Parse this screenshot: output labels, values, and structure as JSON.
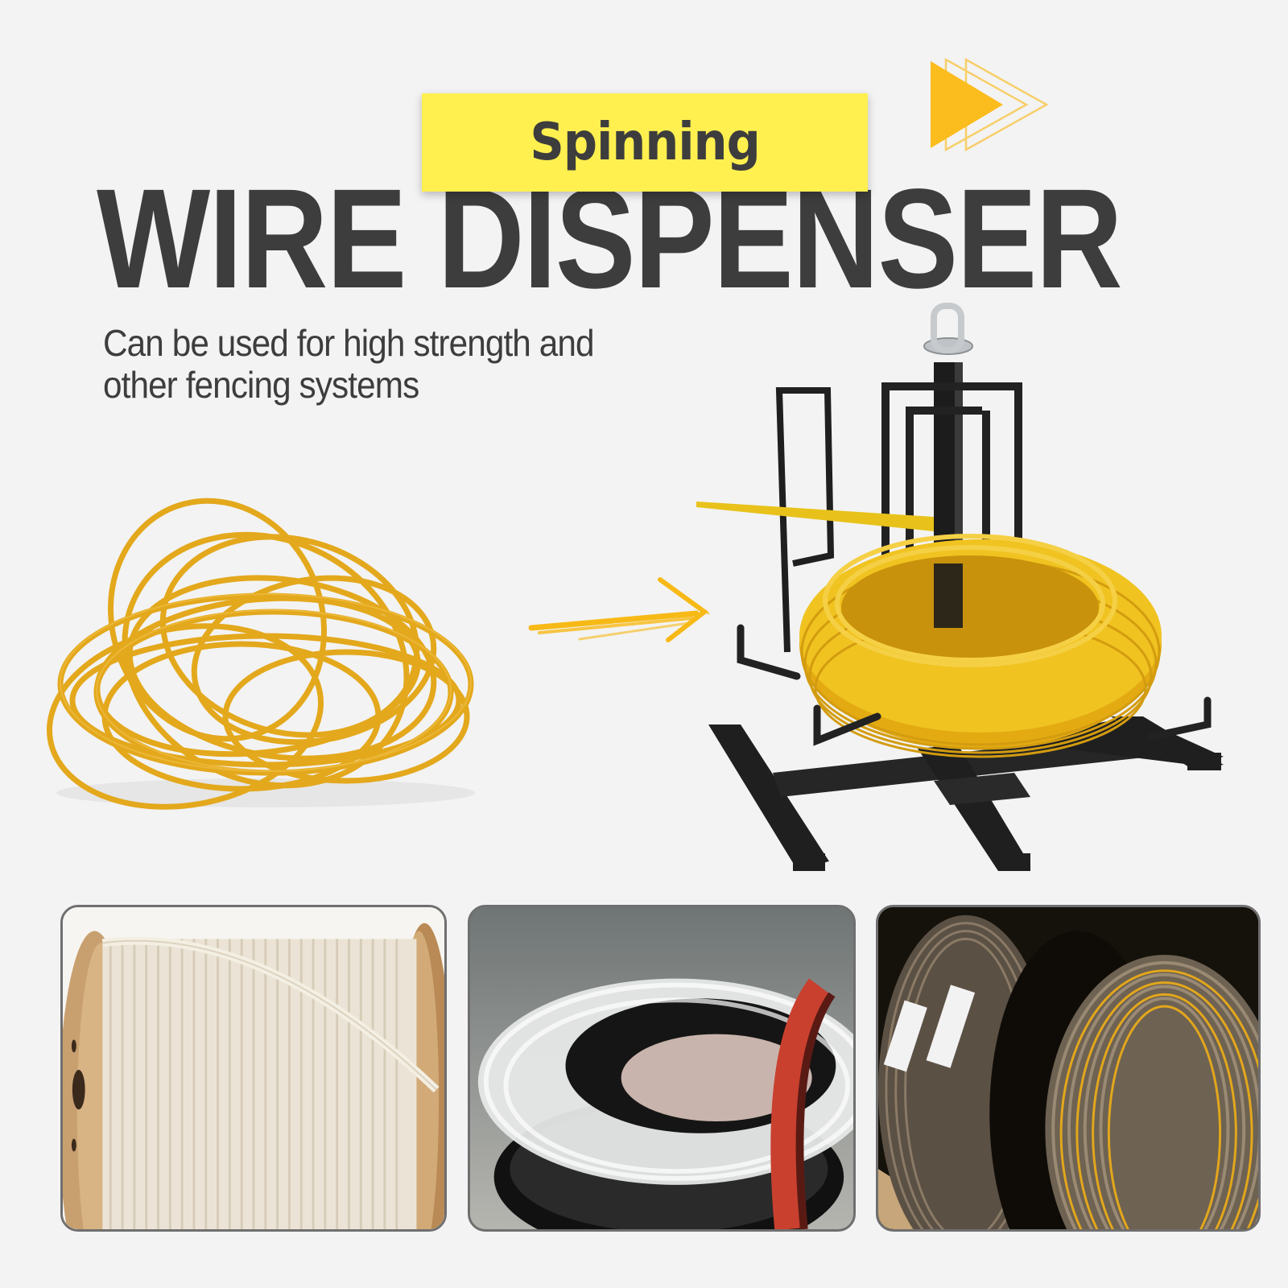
{
  "header": {
    "badge_label": "Spinning",
    "title": "WIRE DISPENSER",
    "subtitle_lines": [
      "Can be used for high strength and",
      "other fencing systems"
    ]
  },
  "icons": {
    "decor_arrows": "triple-chevron-right-icon",
    "hand_drawn_arrow": "arrow-right-icon"
  },
  "images": {
    "loose_coil": "tangled yellow wire coil",
    "product": "spinning wire dispenser stand with yellow wire",
    "panels": [
      {
        "subject": "cotton rope on wooden spool"
      },
      {
        "subject": "clear, black and red tubing coils"
      },
      {
        "subject": "steel wire rope spools"
      }
    ]
  },
  "colors": {
    "background": "#f3f3f3",
    "badge": "#fff04f",
    "text": "#3d3d3d",
    "accent_yellow": "#fbbd1e",
    "wire_yellow": "#e8b21a",
    "panel_border": "#6f6f6f",
    "frame_black": "#1f1f1f"
  }
}
